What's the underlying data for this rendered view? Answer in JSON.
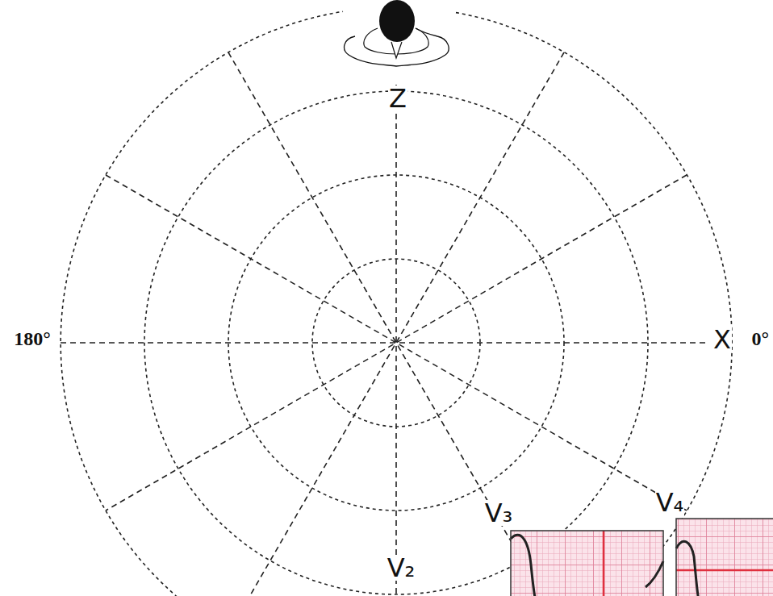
{
  "diagram": {
    "labels": [
      "Z",
      "X",
      "0°",
      "180°",
      "V₂",
      "V₃",
      "V₄"
    ]
  }
}
